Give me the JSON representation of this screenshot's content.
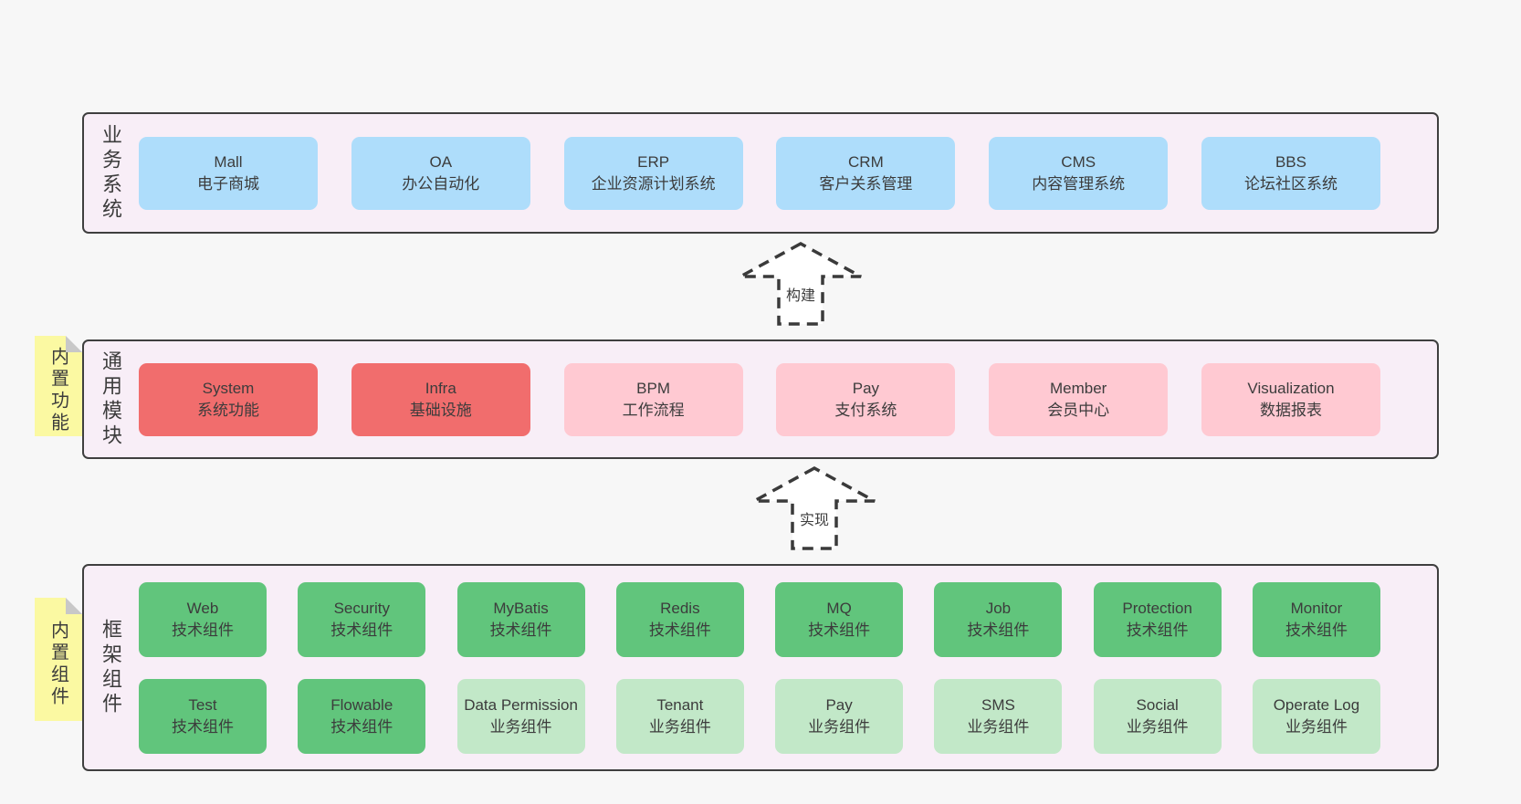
{
  "colors": {
    "canvas_bg": "#f7f7f7",
    "layer_bg": "#f8eef7",
    "layer_border": "#3f3f3f",
    "blue_box": "#aeddfb",
    "red_box": "#f16d6d",
    "pink_box": "#ffc9d2",
    "green_box": "#61c57c",
    "lightgreen_box": "#c2e8c8",
    "sticky_bg": "#fbf9a2",
    "sticky_fold": "#c8c8c8",
    "text": "#3c3c3c"
  },
  "arrows": {
    "build_label": "构建",
    "implement_label": "实现"
  },
  "layers": {
    "business": {
      "label": "业务系统",
      "boxes": [
        {
          "title": "Mall",
          "subtitle": "电子商城"
        },
        {
          "title": "OA",
          "subtitle": "办公自动化"
        },
        {
          "title": "ERP",
          "subtitle": "企业资源计划系统"
        },
        {
          "title": "CRM",
          "subtitle": "客户关系管理"
        },
        {
          "title": "CMS",
          "subtitle": "内容管理系统"
        },
        {
          "title": "BBS",
          "subtitle": "论坛社区系统"
        }
      ]
    },
    "modules": {
      "label": "通用模块",
      "note": "内置功能",
      "boxes": [
        {
          "title": "System",
          "subtitle": "系统功能"
        },
        {
          "title": "Infra",
          "subtitle": "基础设施"
        },
        {
          "title": "BPM",
          "subtitle": "工作流程"
        },
        {
          "title": "Pay",
          "subtitle": "支付系统"
        },
        {
          "title": "Member",
          "subtitle": "会员中心"
        },
        {
          "title": "Visualization",
          "subtitle": "数据报表"
        }
      ]
    },
    "framework": {
      "label": "框架组件",
      "note": "内置组件",
      "row1": [
        {
          "title": "Web",
          "subtitle": "技术组件"
        },
        {
          "title": "Security",
          "subtitle": "技术组件"
        },
        {
          "title": "MyBatis",
          "subtitle": "技术组件"
        },
        {
          "title": "Redis",
          "subtitle": "技术组件"
        },
        {
          "title": "MQ",
          "subtitle": "技术组件"
        },
        {
          "title": "Job",
          "subtitle": "技术组件"
        },
        {
          "title": "Protection",
          "subtitle": "技术组件"
        },
        {
          "title": "Monitor",
          "subtitle": "技术组件"
        }
      ],
      "row2": [
        {
          "title": "Test",
          "subtitle": "技术组件"
        },
        {
          "title": "Flowable",
          "subtitle": "技术组件"
        },
        {
          "title": "Data Permission",
          "subtitle": "业务组件"
        },
        {
          "title": "Tenant",
          "subtitle": "业务组件"
        },
        {
          "title": "Pay",
          "subtitle": "业务组件"
        },
        {
          "title": "SMS",
          "subtitle": "业务组件"
        },
        {
          "title": "Social",
          "subtitle": "业务组件"
        },
        {
          "title": "Operate Log",
          "subtitle": "业务组件"
        }
      ]
    }
  }
}
